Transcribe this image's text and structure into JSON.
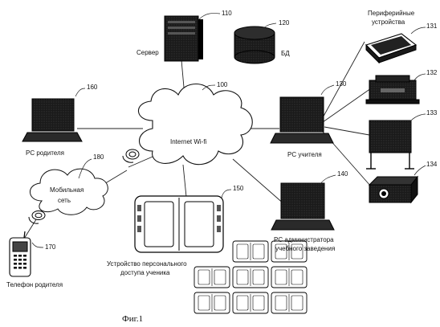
{
  "figure_caption": "Фиг.1",
  "nodes": {
    "server": {
      "label": "Сервер",
      "ref": "110"
    },
    "db": {
      "label": "БД",
      "ref": "120"
    },
    "internet": {
      "label": "Internet Wi-fi",
      "ref": "100"
    },
    "pc_parent": {
      "label": "PC родителя",
      "ref": "160"
    },
    "pc_teacher": {
      "label": "PC учителя",
      "ref": "130"
    },
    "pc_admin": {
      "label_line1": "PC администратора",
      "label_line2": "учебного заведения",
      "ref": "140"
    },
    "mobile_net": {
      "label_line1": "Мобильная",
      "label_line2": "сеть",
      "ref": "180"
    },
    "phone": {
      "label": "Телефон родителя",
      "ref": "170"
    },
    "student_device": {
      "label_line1": "Устройство персонального",
      "label_line2": "доступа ученика",
      "ref": "150"
    },
    "peripherals": {
      "label_line1": "Периферийные",
      "label_line2": "устройства",
      "items": [
        {
          "ref": "131",
          "kind": "scanner-icon"
        },
        {
          "ref": "132",
          "kind": "printer-icon"
        },
        {
          "ref": "133",
          "kind": "interactive-board-icon"
        },
        {
          "ref": "134",
          "kind": "projector-icon"
        }
      ]
    }
  }
}
